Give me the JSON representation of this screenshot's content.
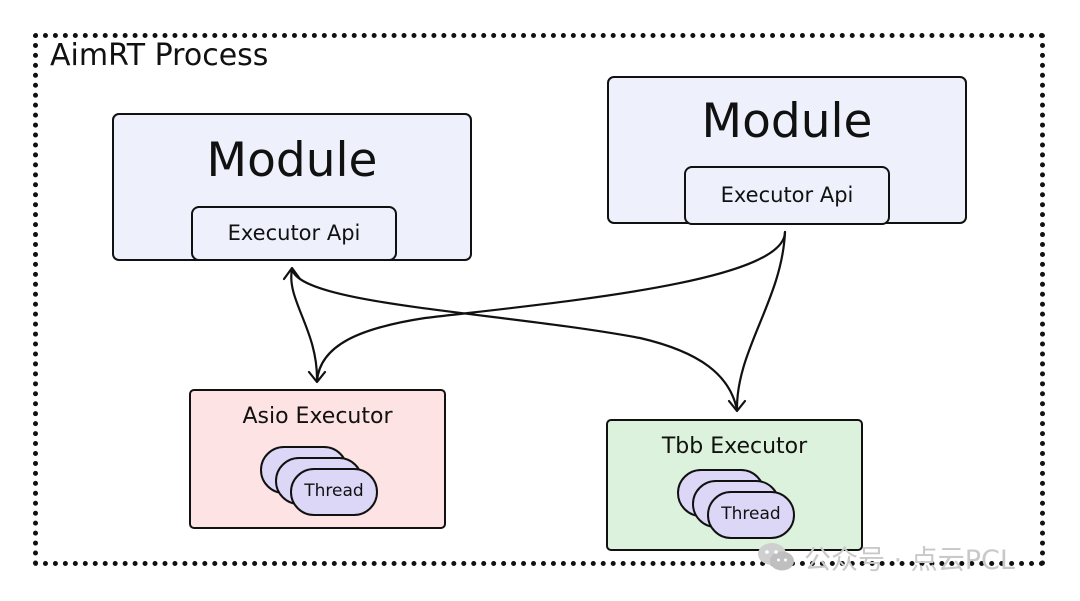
{
  "process": {
    "title": "AimRT Process"
  },
  "modules": [
    {
      "title": "Module",
      "api_label": "Executor Api"
    },
    {
      "title": "Module",
      "api_label": "Executor Api"
    }
  ],
  "executors": [
    {
      "title": "Asio Executor",
      "color": "#fde3e3",
      "threads": [
        "Th",
        "Thr",
        "Thread"
      ]
    },
    {
      "title": "Tbb Executor",
      "color": "#dcf2dc",
      "threads": [
        "Th",
        "Thr",
        "Thread"
      ]
    }
  ],
  "watermark": {
    "icon": "wechat-icon",
    "text": "公众号 · 点云PCL"
  },
  "colors": {
    "module_fill": "#eef1fb",
    "thread_fill": "#dcd6f7",
    "line": "#111111"
  }
}
